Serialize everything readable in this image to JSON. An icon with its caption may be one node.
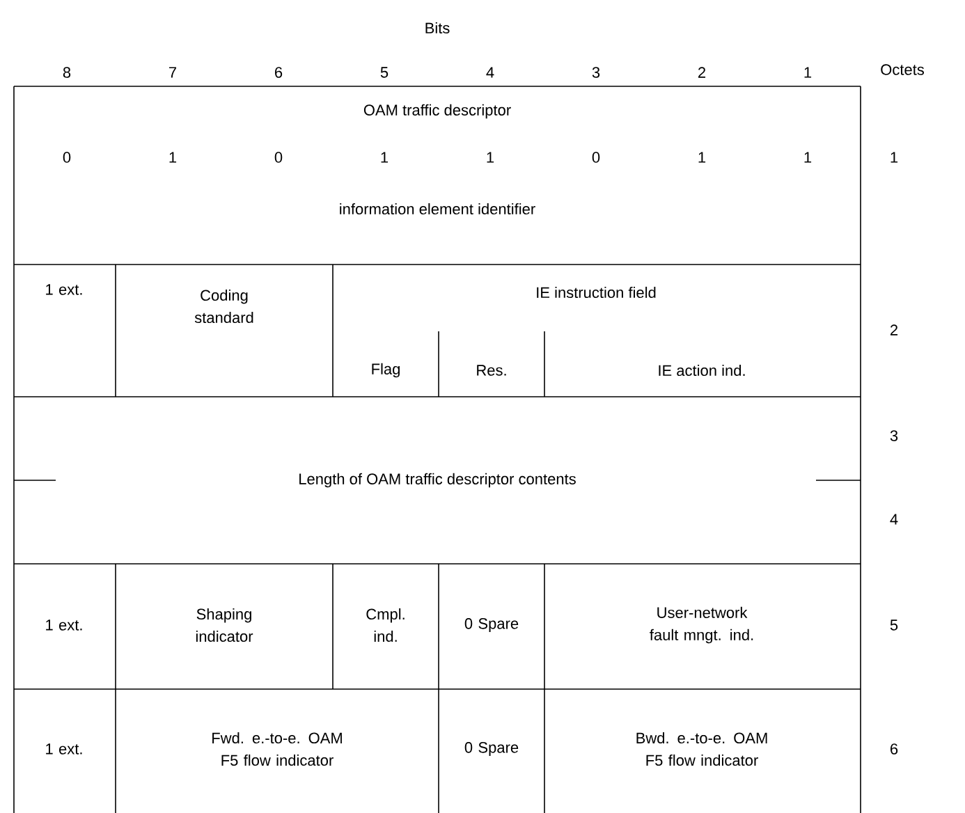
{
  "diagram": {
    "labels": [
      "Bits",
      "8",
      "7",
      "6",
      "5",
      "4",
      "3",
      "2",
      "1",
      "Octets",
      "OAM traffic descriptor",
      "0",
      "1",
      "0",
      "1",
      "1",
      "0",
      "1",
      "1",
      "1",
      "information element identifier",
      "1 ext.",
      "Coding standard",
      "IE instruction field",
      "2",
      "Flag",
      "Res.",
      "IE action ind.",
      "3",
      "Length of OAM traffic descriptor contents",
      "4",
      "1 ext.",
      "Shaping indicator",
      "Cmpl. ind.",
      "0 Spare",
      "User-network fault mngt. ind.",
      "5",
      "1 ext.",
      "Fwd. e.-to-e. OAM F5 flow indicator",
      "0 Spare",
      "Bwd. e.-to-e. OAM F5 flow indicator",
      "6"
    ]
  }
}
